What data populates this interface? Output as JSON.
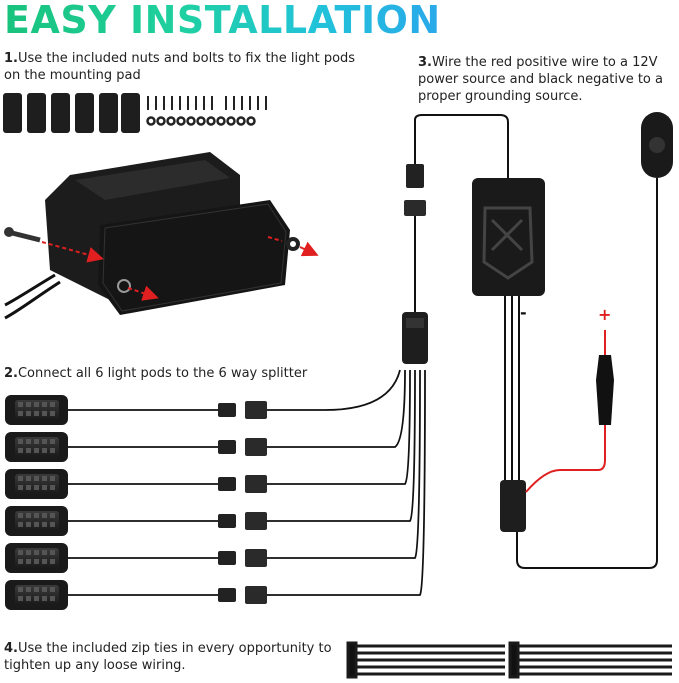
{
  "title": "EASY INSTALLATION",
  "steps": [
    {
      "num": "1.",
      "text": "Use the included nuts and bolts to fix the light pods on the mounting pad"
    },
    {
      "num": "2.",
      "text": "Connect all 6 light pods to the 6 way splitter"
    },
    {
      "num": "3.",
      "text": "Wire the red positive wire to a 12V power source and black negative to a proper grounding source."
    },
    {
      "num": "4.",
      "text": "Use the included zip ties in every opportunity to tighten up any loose wiring."
    }
  ],
  "polarity": {
    "negative": "-",
    "positive": "+"
  },
  "colors": {
    "title_start": "#19c37d",
    "title_end": "#2aa8ea",
    "positive_wire": "#e02020",
    "arrow": "#e02020",
    "wire": "#111111"
  },
  "icons": [
    "mounting-pad-icon",
    "light-pod-icon",
    "controller-box-icon",
    "inline-switch-icon",
    "fuse-holder-icon",
    "zip-tie-icon",
    "connector-icon",
    "bolt-icon",
    "nut-icon"
  ]
}
